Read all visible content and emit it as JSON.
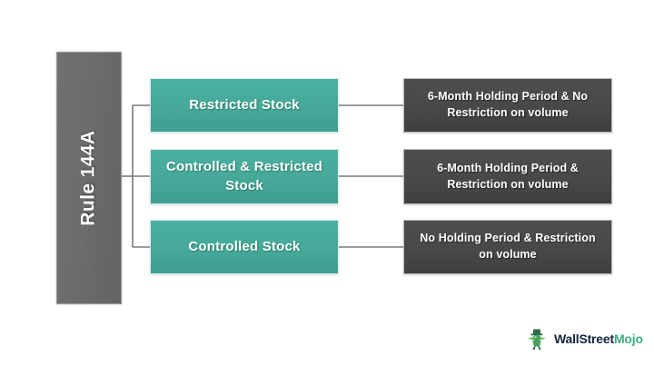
{
  "diagram": {
    "title": "Rule 144A",
    "root": {
      "label": "Rule 144A"
    },
    "categories": [
      {
        "label": "Restricted Stock",
        "condition": "6-Month Holding Period & No Restriction on volume"
      },
      {
        "label": "Controlled & Restricted Stock",
        "condition": "6-Month Holding Period & Restriction on volume"
      },
      {
        "label": "Controlled Stock",
        "condition": "No Holding Period & Restriction on volume"
      }
    ],
    "colors": {
      "root_bar": "#6b6b6b",
      "category_box": "#45a898",
      "condition_box": "#484848",
      "connector_line": "#7a7a7a",
      "background": "#ffffff"
    }
  },
  "logo": {
    "name_primary": "WallStreet",
    "name_secondary": "Mojo",
    "icon": "bull-mascot-icon",
    "color_primary": "#17243d",
    "color_secondary": "#3fae7f"
  }
}
